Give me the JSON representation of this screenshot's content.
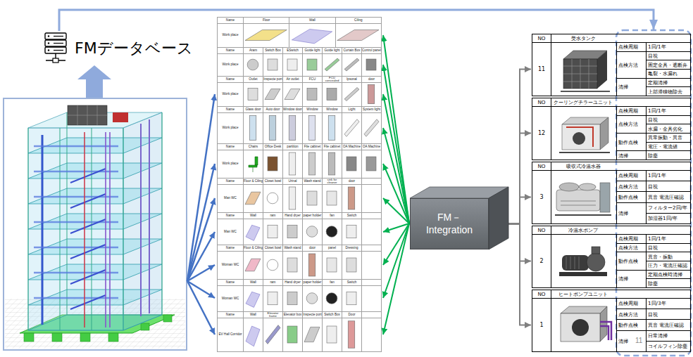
{
  "diagram": {
    "nodes": [
      {
        "text": [
          "FMデータベース"
        ]
      },
      {
        "text": [
          "FM－ Integration"
        ]
      },
      {
        "text": [
          "NO",
          "受水タンク",
          "11",
          "点検周期",
          "1回/1年",
          "点検方法",
          "目視",
          "固定金具・遮断弁",
          "亀裂・水漏れ",
          "清掃",
          "定期清掃",
          "上部滞積物除去"
        ]
      },
      {
        "text": [
          "NO",
          "クーリングチラーユニット",
          "12",
          "点検周期",
          "1回/1年",
          "点検方法",
          "目視",
          "水漏・金具劣化",
          "動作点検",
          "異常振動・異音",
          "電圧・電流値",
          "清掃",
          "除塵"
        ]
      },
      {
        "text": [
          "NO",
          "吸収式冷温水器",
          "3",
          "点検周期",
          "1回/1年",
          "点検方法",
          "目視",
          "動作点検",
          "異音 電流圧確認",
          "清掃",
          "フィルター2回/年",
          "加湿器1回/年"
        ]
      },
      {
        "text": [
          "NO",
          "冷温水ポンプ",
          "2",
          "点検周期",
          "1回/1年",
          "点検方法",
          "目視",
          "動作点検",
          "異音・振動",
          "圧力・電流圧確認",
          "清掃",
          "定期点検時清掃",
          "除塵"
        ]
      },
      {
        "text": [
          "NO",
          "ヒートポンプユニット",
          "1",
          "点検周期",
          "1回/3年",
          "点検方法",
          "目視",
          "動作点検",
          "異音 電流圧確認",
          "清掃",
          "日常清掃",
          "コイルフィン除塵"
        ]
      }
    ],
    "edges": [
      {
        "from": 1,
        "to": 2,
        "arrow": "to"
      },
      {
        "from": 1,
        "to": 3,
        "arrow": "to"
      },
      {
        "from": 1,
        "to": 4,
        "arrow": "to"
      },
      {
        "from": 1,
        "to": 5,
        "arrow": "to"
      },
      {
        "from": 1,
        "to": 6,
        "arrow": "to"
      }
    ],
    "labels": [
      "Name",
      "Floor",
      "Wall",
      "Ciling",
      "Work place",
      "Name",
      "Aram",
      "Switch Box",
      "ESwitch",
      "Guide light",
      "Guide light",
      "Curtain Box",
      "Control panel",
      "Work place",
      "Name",
      "Outlet",
      "Inspecte port",
      "Air outlet",
      "FCU",
      "FCU concealed",
      "Ipsonal",
      "door",
      "Work place",
      "Name",
      "Glass door",
      "Auto door",
      "Window door",
      "Window",
      "Window",
      "Light",
      "System light",
      "Work place",
      "Name",
      "Chairs",
      "Office Desk",
      "partition",
      "File cabinet",
      "File cabinet",
      "OA Machine",
      "OA Machine",
      "Work place",
      "Name",
      "Floor & Ciling",
      "Closet bowl",
      "Urinal",
      "Wash stand",
      "sink for cleaner",
      "door",
      "Man WC",
      "Name",
      "Wall",
      "ram",
      "Hand dryer",
      "paper holder",
      "fan",
      "Switch",
      "Man WC",
      "Name",
      "Floor & Ciling",
      "Closet bowl",
      "Wash stand",
      "door",
      "panel",
      "Dressing",
      "Woman WC",
      "Name",
      "Wall",
      "ram",
      "Hand dryer",
      "paper holder",
      "fan",
      "Switch",
      "Woman WC",
      "Name",
      "Wall",
      "Elevator frame",
      "Elevator box",
      "Inspecte port",
      "Switch Box",
      "Door",
      "EV Hall Corridor",
      "11"
    ]
  }
}
